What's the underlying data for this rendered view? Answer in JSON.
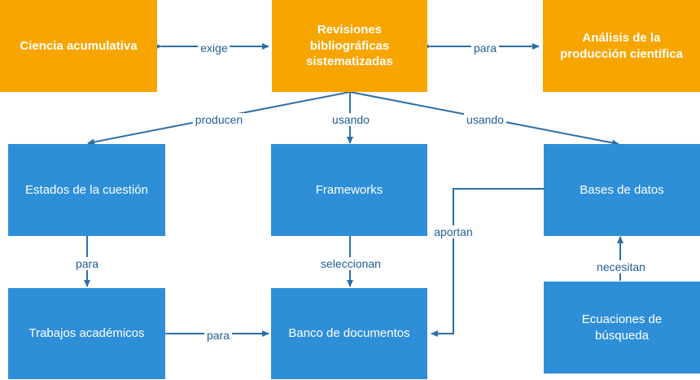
{
  "nodes": {
    "ciencia": "Ciencia acumulativa",
    "revisiones": [
      "Revisiones",
      "bibliográficas",
      "sistematizadas"
    ],
    "analisis": [
      "Análisis de la",
      "producción científica"
    ],
    "estados": "Estados de la cuestión",
    "frameworks": "Frameworks",
    "bases": "Bases de datos",
    "trabajos": "Trabajos académicos",
    "banco": "Banco de documentos",
    "ecuaciones": [
      "Ecuaciones de",
      "búsqueda"
    ]
  },
  "edges": {
    "exige": "exige",
    "para_top": "para",
    "producen": "producen",
    "usando_1": "usando",
    "usando_2": "usando",
    "para_left": "para",
    "seleccionan": "seleccionan",
    "aportan": "aportan",
    "necesitan": "necesitan",
    "para_bottom": "para"
  },
  "colors": {
    "orange": "#f7a500",
    "blue": "#2e8fd8",
    "connector": "#2b6ea8",
    "label_text": "#1f5e96"
  }
}
